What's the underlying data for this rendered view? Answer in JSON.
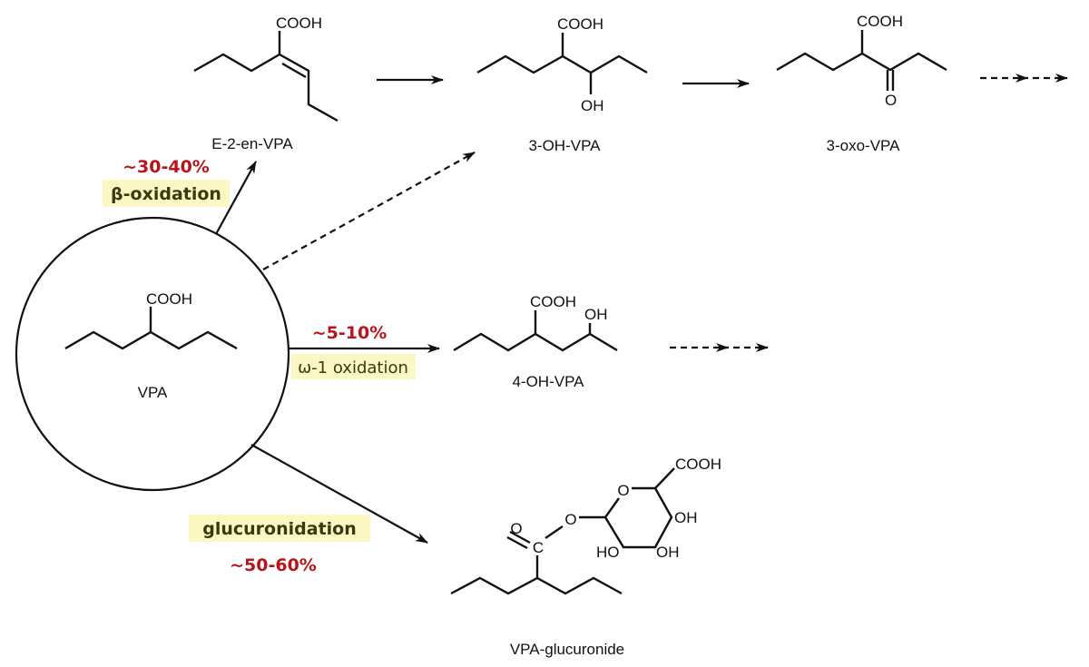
{
  "diagram": {
    "title": "VPA metabolism pathways",
    "parent": {
      "name": "VPA",
      "group": "COOH"
    },
    "compounds": {
      "e2en": {
        "name": "E-2-en-VPA",
        "group": "COOH"
      },
      "oh3": {
        "name": "3-OH-VPA",
        "group": "COOH",
        "substituent": "OH"
      },
      "oxo3": {
        "name": "3-oxo-VPA",
        "group": "COOH",
        "substituent": "O"
      },
      "oh4": {
        "name": "4-OH-VPA",
        "group": "COOH",
        "substituent": "OH"
      },
      "gluc": {
        "name": "VPA-glucuronide",
        "carbonyl_o": "O",
        "carbonyl_c": "C",
        "ester_o": "O",
        "ring_o": "O",
        "group": "COOH",
        "oh_right": "OH",
        "oh_bottom_right": "OH",
        "oh_bottom_left": "HO"
      }
    },
    "pathways": {
      "beta": {
        "label": "β-oxidation",
        "percent": "~30-40%"
      },
      "omega": {
        "label": "ω-1 oxidation",
        "percent": "~5-10%"
      },
      "gluc": {
        "label": "glucuronidation",
        "percent": "~50-60%"
      }
    },
    "colors": {
      "percent": "#b8141a",
      "highlight": "#fbf8c4",
      "label_text": "#3a3a12",
      "line": "#111111"
    }
  }
}
